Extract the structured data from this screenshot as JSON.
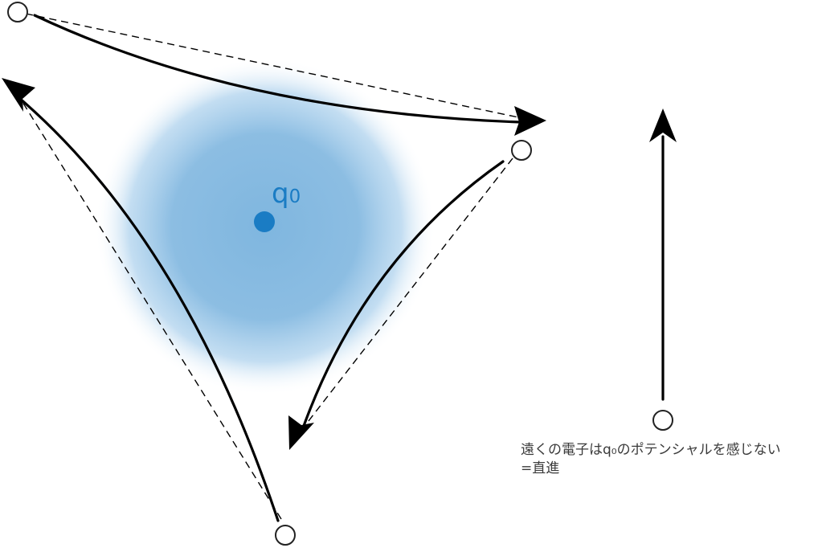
{
  "charge": {
    "label": "q",
    "subscript": "0",
    "color": "#1a7cc4",
    "cloud_color": "#7fb6df"
  },
  "caption": {
    "line1": "遠くの電子はq₀のポテンシャルを感じない",
    "line2": "=直進"
  },
  "icons": {
    "electron": "open-circle",
    "trajectory": "curved-arrow",
    "straight_path": "dashed-line"
  }
}
